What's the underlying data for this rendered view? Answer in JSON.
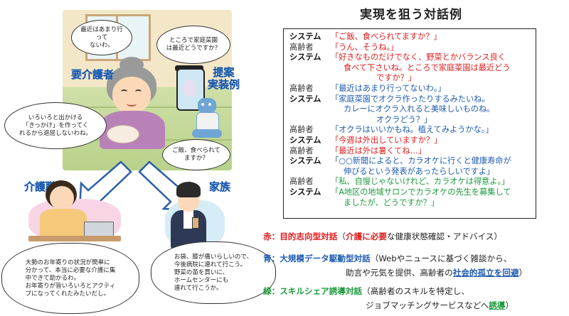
{
  "title": "実現を狙う対話例",
  "scene": {
    "elder_label": "要介護者",
    "proposal_label_line1": "提案",
    "proposal_label_line2": "実装例",
    "caregiver_label": "介護職",
    "family_label": "家族",
    "bubbles": {
      "elder_top": "最近はあまり行って\nないわ。",
      "robot_top": "ところで家庭菜園\nは最近どうですか？",
      "elder_left": "いろいろと出かける\n「きっかけ」を作ってく\nれるから退屈しないわね。",
      "robot_bottom": "ご飯、食べられて\nますか？",
      "caregiver": "大勢のお年寄りの状況が簡単に\n分かって、本当に必要な介護に集\n中できて助かるわ。\nお年寄りが皆いろいろとアクティ\nブになってくれたみたいだし。",
      "family": "お袋、膝が痛いらしいので、\n今後病院に連れて行こう。\n野菜の苗を買いに、\nホームセンターにも\n連れて行こうか。"
    }
  },
  "dialogue": [
    {
      "speaker": "システム",
      "color": "red",
      "lines": [
        "「ご飯、食べられてますか？」"
      ]
    },
    {
      "speaker": "高齢者",
      "color": "red",
      "lines": [
        "「うん、そうね。」"
      ]
    },
    {
      "speaker": "システム",
      "color": "red",
      "lines": [
        "「好きなものだけでなく、野菜とかバランス良く",
        "食べて下さいね。ところで家庭菜園は最近どう",
        "ですか？」"
      ]
    },
    {
      "speaker": "高齢者",
      "color": "blue",
      "lines": [
        "「最近はあまり行ってないわ。」"
      ]
    },
    {
      "speaker": "システム",
      "color": "blue",
      "lines": [
        "「家庭菜園でオクラ作ったりするみたいね。",
        "カレーにオクラ入れると美味しいものね。",
        "オクラどう？」"
      ]
    },
    {
      "speaker": "高齢者",
      "color": "blue",
      "lines": [
        "「オクラはいいかもね。植えてみようかな。」"
      ]
    },
    {
      "speaker": "システム",
      "color": "red",
      "lines": [
        "「今週は外出していますか？」"
      ]
    },
    {
      "speaker": "高齢者",
      "color": "red",
      "lines": [
        "「最近は外は暑くてね…」"
      ]
    },
    {
      "speaker": "システム",
      "color": "blue",
      "lines": [
        "「○○新聞によると、カラオケに行くと健康寿命が",
        "伸びるという発表があったらしいですよ」"
      ]
    },
    {
      "speaker": "高齢者",
      "color": "green",
      "lines": [
        "「私、自慢じゃないけれど、カラオケは得意よ。」"
      ]
    },
    {
      "speaker": "システム",
      "color": "green",
      "lines": [
        "「A地区の地域サロンでカラオケの先生を募集して",
        "ましたが、どうですか？」"
      ]
    }
  ],
  "legend": {
    "red_head": "赤：目的志向型対話",
    "red_open": "（",
    "red_emph": "介護に必要",
    "red_rest": "な健康状態確認・アドバイス）",
    "blue_head": "青：大規模データ駆動型対話",
    "blue_rest1": "（Webやニュースに基づく雑談から、",
    "blue_rest2a": "助言や元気を提供、高齢者の",
    "blue_emph": "社会的孤立を回避",
    "blue_rest2b": "）",
    "green_head": "緑：スキルシェア誘導対話",
    "green_rest1": "（高齢者のスキルを特定し、",
    "green_rest2a": "ジョブマッチングサービスなどへ",
    "green_emph": "誘導",
    "green_rest2b": "）"
  },
  "colors": {
    "red": "#e21b1b",
    "blue": "#1f5cb0",
    "green": "#1c9a3c"
  }
}
